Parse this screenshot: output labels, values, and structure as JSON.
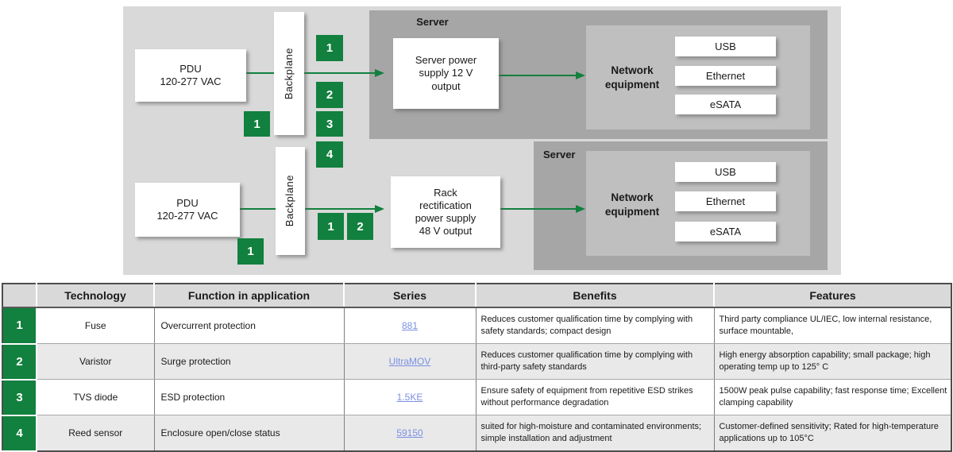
{
  "colors": {
    "accent_green": "#12803e",
    "panel_gray": "#d9d9d9",
    "server_gray": "#a6a6a6",
    "network_gray": "#bfbfbf",
    "link_blue": "#7b90e3"
  },
  "diagram": {
    "top_flow": {
      "pdu": {
        "line1": "PDU",
        "line2": "120-277 VAC"
      },
      "backplane": "Backplane",
      "marker_left": "1",
      "markers": [
        "1",
        "2",
        "3",
        "4"
      ],
      "server_title": "Server",
      "psu": {
        "line1": "Server power",
        "line2": "supply 12 V",
        "line3": "output"
      },
      "network": {
        "line1": "Network",
        "line2": "equipment"
      },
      "ports": [
        "USB",
        "Ethernet",
        "eSATA"
      ]
    },
    "bottom_flow": {
      "pdu": {
        "line1": "PDU",
        "line2": "120-277 VAC"
      },
      "backplane": "Backplane",
      "marker_left": "1",
      "markers": [
        "1",
        "2"
      ],
      "server_title": "Server",
      "psu": {
        "line1": "Rack",
        "line2": "rectification",
        "line3": "power supply",
        "line4": "48 V output"
      },
      "network": {
        "line1": "Network",
        "line2": "equipment"
      },
      "ports": [
        "USB",
        "Ethernet",
        "eSATA"
      ]
    }
  },
  "table": {
    "headers": [
      "",
      "Technology",
      "Function in application",
      "Series",
      "Benefits",
      "Features"
    ],
    "rows": [
      {
        "num": "1",
        "technology": "Fuse",
        "function": "Overcurrent protection",
        "series": "881",
        "benefits": "Reduces customer qualification time by complying with safety standards; compact design",
        "features": "Third party compliance UL/IEC, low internal resistance, surface mountable,"
      },
      {
        "num": "2",
        "technology": "Varistor",
        "function": "Surge protection",
        "series": "UltraMOV",
        "benefits": "Reduces customer qualification time by complying with third-party safety standards",
        "features": "High energy absorption capability; small package; high operating temp up to 125° C"
      },
      {
        "num": "3",
        "technology": "TVS diode",
        "function": "ESD protection",
        "series": "1.5KE",
        "benefits": "Ensure safety of equipment from repetitive ESD strikes without performance degradation",
        "features": "1500W peak pulse capability; fast response time; Excellent clamping capability"
      },
      {
        "num": "4",
        "technology": "Reed sensor",
        "function": "Enclosure open/close status",
        "series": "59150",
        "benefits": "suited for high-moisture and contaminated environments; simple installation and adjustment",
        "features": "Customer-defined sensitivity; Rated for high-temperature applications up to 105°C"
      }
    ]
  }
}
